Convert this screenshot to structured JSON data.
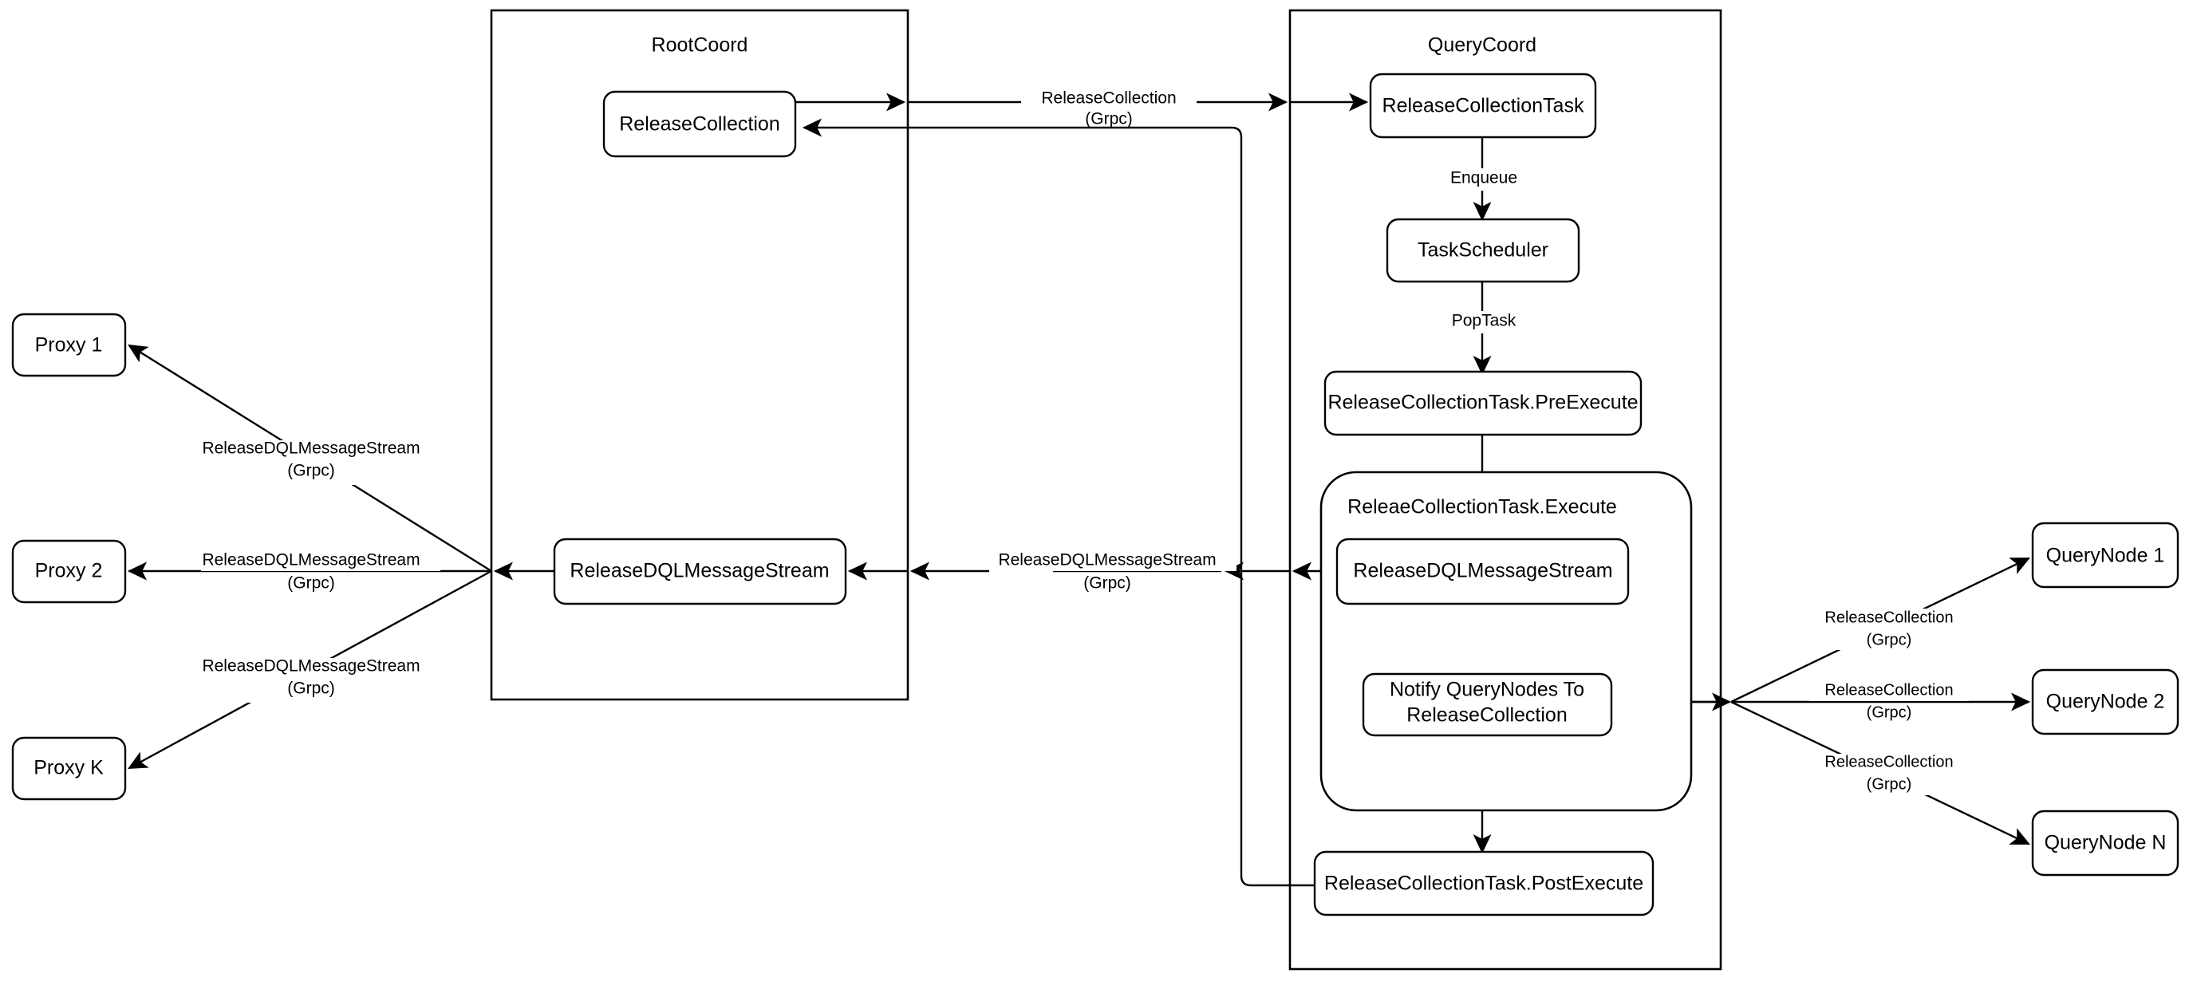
{
  "diagram": {
    "title": "Milvus ReleaseCollection flow",
    "background": "#ffffff",
    "stroke": "#000000",
    "containers": {
      "root_coord": {
        "label": "RootCoord"
      },
      "query_coord": {
        "label": "QueryCoord"
      },
      "execute_group": {
        "label": "ReleaeCollectionTask.Execute"
      }
    },
    "nodes": {
      "proxy1": {
        "label": "Proxy 1"
      },
      "proxy2": {
        "label": "Proxy 2"
      },
      "proxyk": {
        "label": "Proxy K"
      },
      "release_collection": {
        "label": "ReleaseCollection"
      },
      "release_dql_root": {
        "label": "ReleaseDQLMessageStream"
      },
      "release_collection_task": {
        "label": "ReleaseCollectionTask"
      },
      "task_scheduler": {
        "label": "TaskScheduler"
      },
      "pre_execute": {
        "label": "ReleaseCollectionTask.PreExecute"
      },
      "release_dql_qc": {
        "label": "ReleaseDQLMessageStream"
      },
      "notify_query_nodes_l1": {
        "label": "Notify QueryNodes To"
      },
      "notify_query_nodes_l2": {
        "label": "ReleaseCollection"
      },
      "post_execute": {
        "label": "ReleaseCollectionTask.PostExecute"
      },
      "querynode1": {
        "label": "QueryNode 1"
      },
      "querynode2": {
        "label": "QueryNode 2"
      },
      "querynoden": {
        "label": "QueryNode N"
      }
    },
    "edge_labels": {
      "release_collection_grpc_l1": "ReleaseCollection",
      "release_collection_grpc_l2": "(Grpc)",
      "enqueue": "Enqueue",
      "pop_task": "PopTask",
      "dql_mid_l1": "ReleaseDQLMessageStream",
      "dql_mid_l2": "(Grpc)",
      "dql_proxy1_l1": "ReleaseDQLMessageStream",
      "dql_proxy1_l2": "(Grpc)",
      "dql_proxy2_l1": "ReleaseDQLMessageStream",
      "dql_proxy2_l2": "(Grpc)",
      "dql_proxyk_l1": "ReleaseDQLMessageStream",
      "dql_proxyk_l2": "(Grpc)",
      "rc_qn1_l1": "ReleaseCollection",
      "rc_qn1_l2": "(Grpc)",
      "rc_qn2_l1": "ReleaseCollection",
      "rc_qn2_l2": "(Grpc)",
      "rc_qnn_l1": "ReleaseCollection",
      "rc_qnn_l2": "(Grpc)"
    }
  }
}
